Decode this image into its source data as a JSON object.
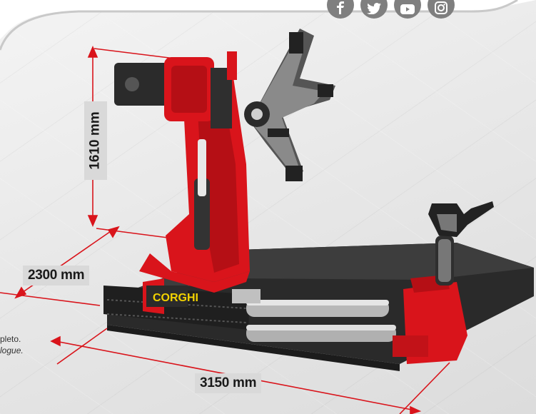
{
  "social": [
    {
      "name": "facebook",
      "icon": "facebook-icon"
    },
    {
      "name": "twitter",
      "icon": "twitter-icon"
    },
    {
      "name": "youtube",
      "icon": "youtube-icon"
    },
    {
      "name": "instagram",
      "icon": "instagram-icon"
    }
  ],
  "dimensions": {
    "height": "1610 mm",
    "depth": "2300 mm",
    "width": "3150 mm"
  },
  "caption": {
    "line1": "pleto.",
    "line2": "logue."
  },
  "brand": {
    "logo_text": "CORGHI",
    "accent": "#d9141b"
  },
  "colors": {
    "dimension_line": "#d9141b",
    "machine_red": "#d9141b",
    "machine_dark": "#2b2b2b"
  }
}
